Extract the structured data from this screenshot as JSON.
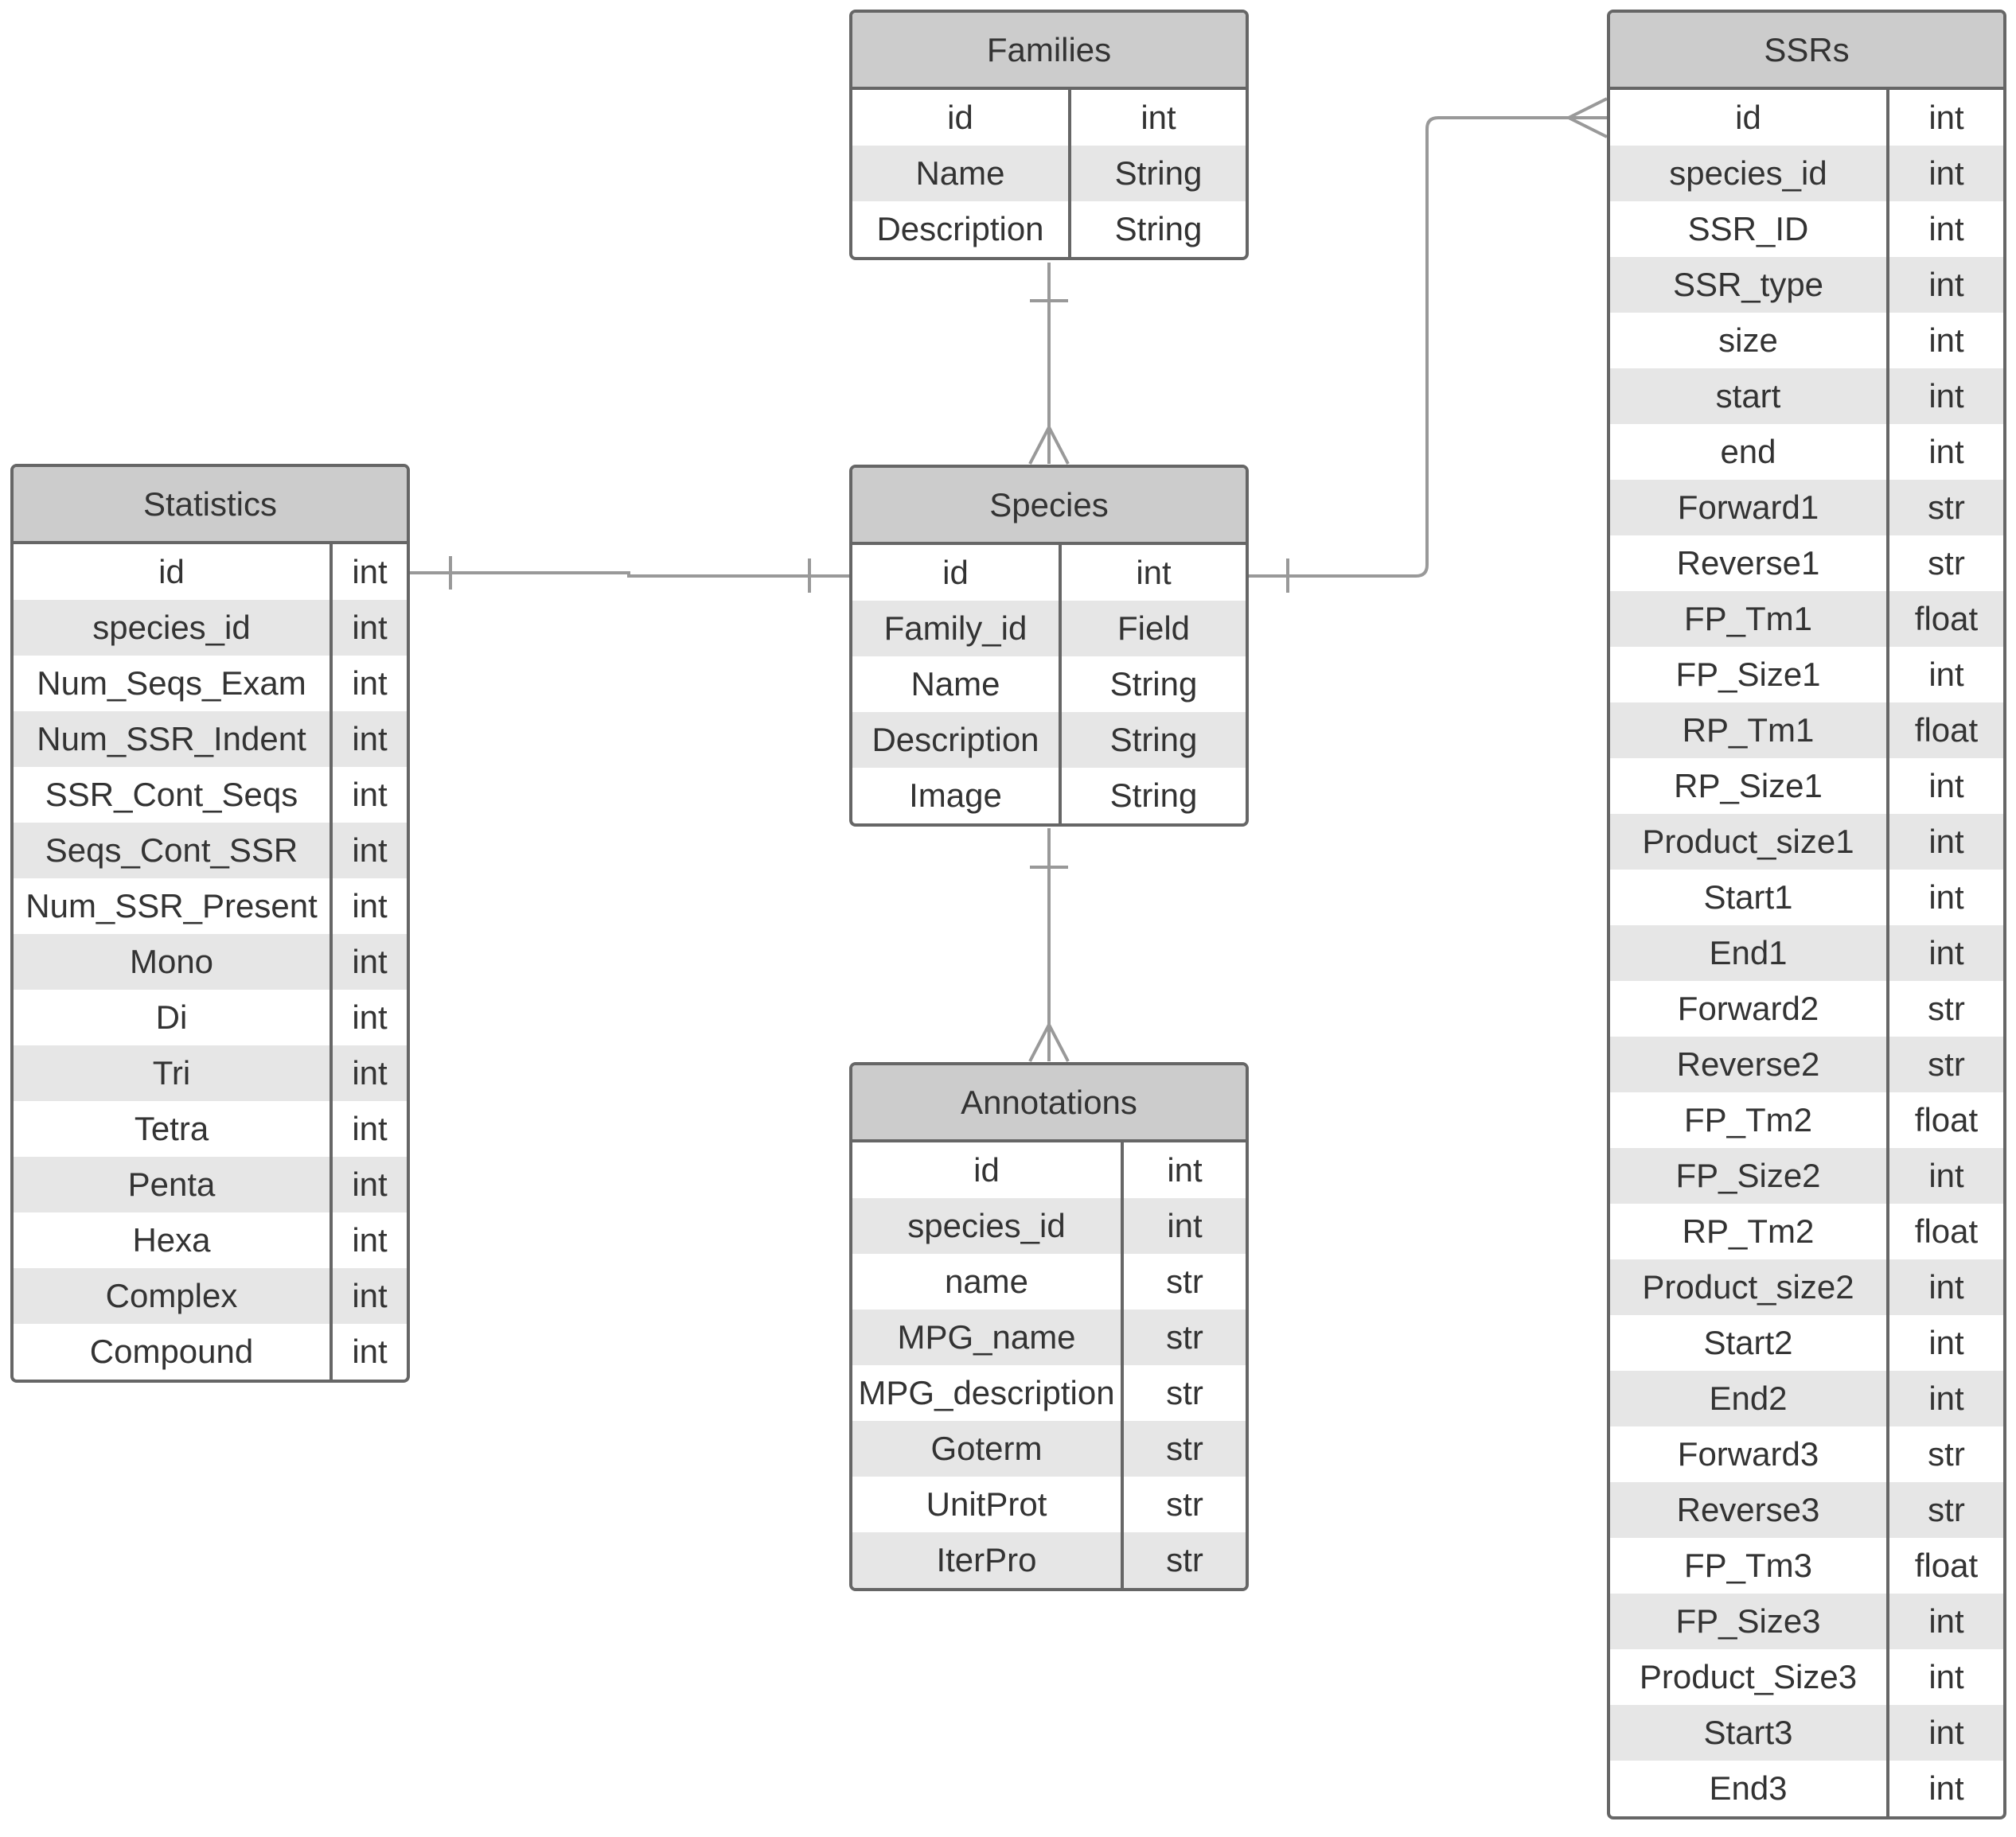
{
  "entities": {
    "families": {
      "title": "Families",
      "fields": [
        {
          "name": "id",
          "type": "int"
        },
        {
          "name": "Name",
          "type": "String"
        },
        {
          "name": "Description",
          "type": "String"
        }
      ]
    },
    "ssrs": {
      "title": "SSRs",
      "fields": [
        {
          "name": "id",
          "type": "int"
        },
        {
          "name": "species_id",
          "type": "int"
        },
        {
          "name": "SSR_ID",
          "type": "int"
        },
        {
          "name": "SSR_type",
          "type": "int"
        },
        {
          "name": "size",
          "type": "int"
        },
        {
          "name": "start",
          "type": "int"
        },
        {
          "name": "end",
          "type": "int"
        },
        {
          "name": "Forward1",
          "type": "str"
        },
        {
          "name": "Reverse1",
          "type": "str"
        },
        {
          "name": "FP_Tm1",
          "type": "float"
        },
        {
          "name": "FP_Size1",
          "type": "int"
        },
        {
          "name": "RP_Tm1",
          "type": "float"
        },
        {
          "name": "RP_Size1",
          "type": "int"
        },
        {
          "name": "Product_size1",
          "type": "int"
        },
        {
          "name": "Start1",
          "type": "int"
        },
        {
          "name": "End1",
          "type": "int"
        },
        {
          "name": "Forward2",
          "type": "str"
        },
        {
          "name": "Reverse2",
          "type": "str"
        },
        {
          "name": "FP_Tm2",
          "type": "float"
        },
        {
          "name": "FP_Size2",
          "type": "int"
        },
        {
          "name": "RP_Tm2",
          "type": "float"
        },
        {
          "name": "Product_size2",
          "type": "int"
        },
        {
          "name": "Start2",
          "type": "int"
        },
        {
          "name": "End2",
          "type": "int"
        },
        {
          "name": "Forward3",
          "type": "str"
        },
        {
          "name": "Reverse3",
          "type": "str"
        },
        {
          "name": "FP_Tm3",
          "type": "float"
        },
        {
          "name": "FP_Size3",
          "type": "int"
        },
        {
          "name": "Product_Size3",
          "type": "int"
        },
        {
          "name": "Start3",
          "type": "int"
        },
        {
          "name": "End3",
          "type": "int"
        }
      ]
    },
    "statistics": {
      "title": "Statistics",
      "fields": [
        {
          "name": "id",
          "type": "int"
        },
        {
          "name": "species_id",
          "type": "int"
        },
        {
          "name": "Num_Seqs_Exam",
          "type": "int"
        },
        {
          "name": "Num_SSR_Indent",
          "type": "int"
        },
        {
          "name": "SSR_Cont_Seqs",
          "type": "int"
        },
        {
          "name": "Seqs_Cont_SSR",
          "type": "int"
        },
        {
          "name": "Num_SSR_Present",
          "type": "int"
        },
        {
          "name": "Mono",
          "type": "int"
        },
        {
          "name": "Di",
          "type": "int"
        },
        {
          "name": "Tri",
          "type": "int"
        },
        {
          "name": "Tetra",
          "type": "int"
        },
        {
          "name": "Penta",
          "type": "int"
        },
        {
          "name": "Hexa",
          "type": "int"
        },
        {
          "name": "Complex",
          "type": "int"
        },
        {
          "name": "Compound",
          "type": "int"
        }
      ]
    },
    "species": {
      "title": "Species",
      "fields": [
        {
          "name": "id",
          "type": "int"
        },
        {
          "name": "Family_id",
          "type": "Field"
        },
        {
          "name": "Name",
          "type": "String"
        },
        {
          "name": "Description",
          "type": "String"
        },
        {
          "name": "Image",
          "type": "String"
        }
      ]
    },
    "annotations": {
      "title": "Annotations",
      "fields": [
        {
          "name": "id",
          "type": "int"
        },
        {
          "name": "species_id",
          "type": "int"
        },
        {
          "name": "name",
          "type": "str"
        },
        {
          "name": "MPG_name",
          "type": "str"
        },
        {
          "name": "MPG_description",
          "type": "str"
        },
        {
          "name": "Goterm",
          "type": "str"
        },
        {
          "name": "UnitProt",
          "type": "str"
        },
        {
          "name": "IterPro",
          "type": "str"
        }
      ]
    }
  },
  "relationships": [
    {
      "from": "Families",
      "to": "Species",
      "from_end": "one",
      "to_end": "many"
    },
    {
      "from": "Species",
      "to": "Annotations",
      "from_end": "one",
      "to_end": "many"
    },
    {
      "from": "Statistics",
      "to": "Species",
      "from_end": "one",
      "to_end": "one"
    },
    {
      "from": "Species",
      "to": "SSRs",
      "from_end": "one",
      "to_end": "many"
    }
  ],
  "colors": {
    "header_fill": "#cccccc",
    "row_shade": "#e6e6e6",
    "border": "#666666",
    "connector": "#999999",
    "text": "#333333"
  }
}
